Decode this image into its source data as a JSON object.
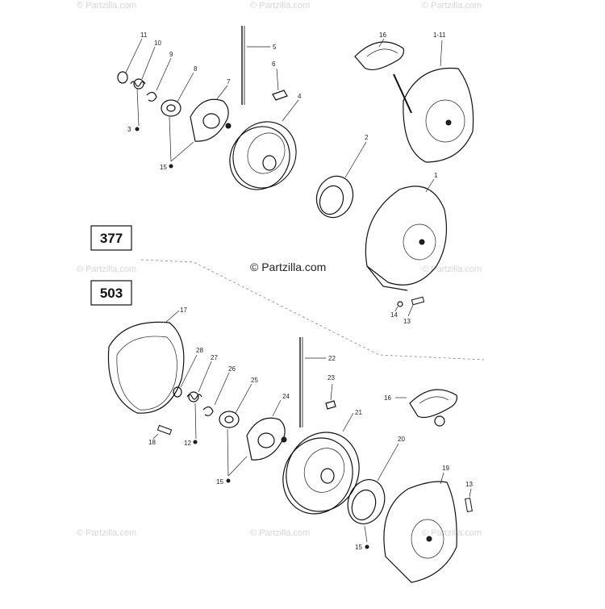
{
  "watermarks": {
    "top_left": "© Partzilla.com",
    "top_center": "© Partzilla.com",
    "top_right": "© Partzilla.com",
    "center": "© Partzilla.com",
    "mid_left": "© Partzilla.com",
    "mid_right": "© Partzilla.com",
    "bottom_left": "© Partzilla.com",
    "bottom_center": "© Partzilla.com",
    "bottom_right": "© Partzilla.com"
  },
  "engine_labels": {
    "upper": "377",
    "lower": "503"
  },
  "callouts": {
    "c1": "1",
    "c2": "2",
    "c3": "3",
    "c4": "4",
    "c5": "5",
    "c6": "6",
    "c7": "7",
    "c8": "8",
    "c9": "9",
    "c10": "10",
    "c11": "11",
    "c12": "12",
    "c13a": "13",
    "c13b": "13",
    "c14": "14",
    "c15a": "15",
    "c15b": "15",
    "c15c": "15",
    "c16a": "16",
    "c16b": "16",
    "c17": "17",
    "c18": "18",
    "c19": "19",
    "c20": "20",
    "c21": "21",
    "c22": "22",
    "c23": "23",
    "c24": "24",
    "c25": "25",
    "c26": "26",
    "c27": "27",
    "c28": "28",
    "c1to11": "1-11"
  },
  "colors": {
    "line": "#111111",
    "watermark": "#d6d6d6"
  }
}
